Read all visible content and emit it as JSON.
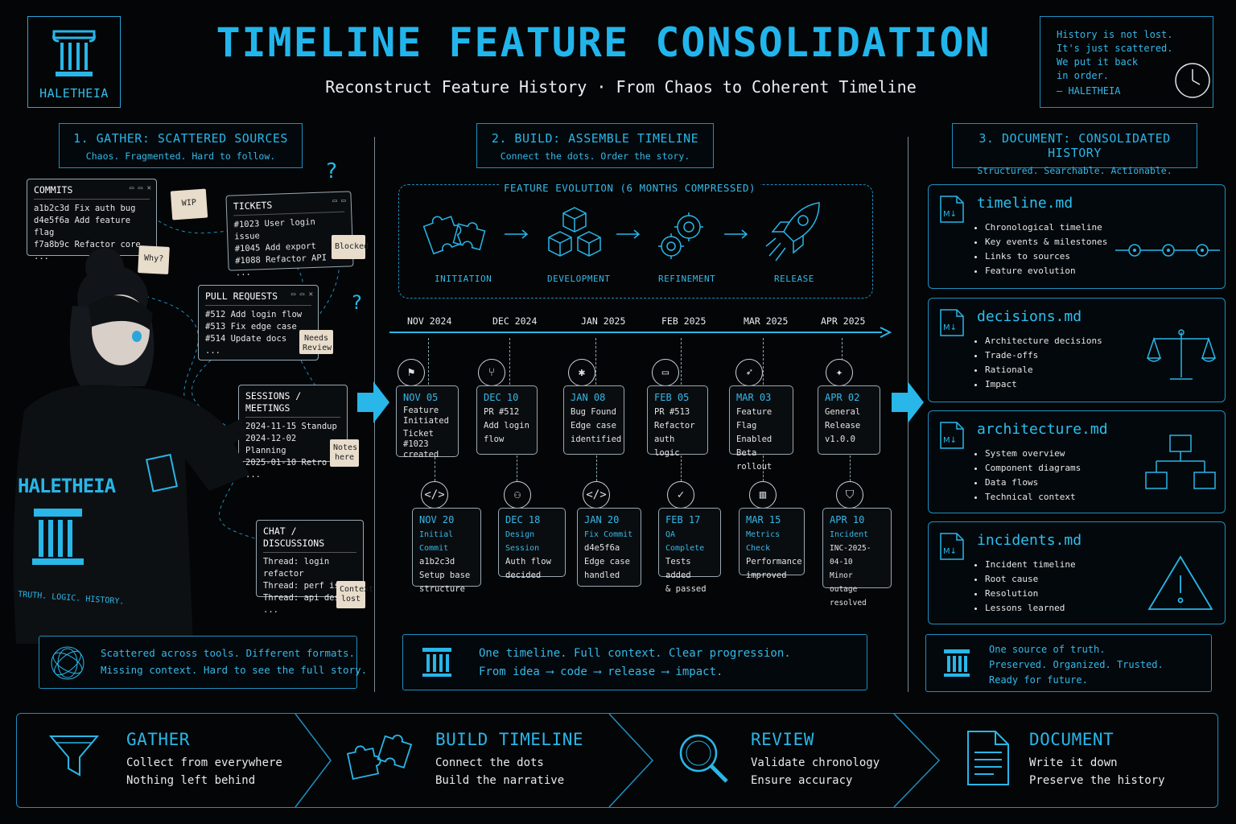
{
  "header": {
    "logo_text": "HALETHEIA",
    "title": "TIMELINE FEATURE CONSOLIDATION",
    "subtitle": "Reconstruct Feature History · From Chaos to Coherent Timeline",
    "quote": "History is not lost.\nIt's just scattered.\nWe put it back\nin order.",
    "quote_sig": "– HALETHEIA"
  },
  "sections": {
    "gather": {
      "title": "1. GATHER: SCATTERED SOURCES",
      "sub": "Chaos. Fragmented. Hard to follow."
    },
    "build": {
      "title": "2. BUILD: ASSEMBLE TIMELINE",
      "sub": "Connect the dots. Order the story."
    },
    "document": {
      "title": "3. DOCUMENT: CONSOLIDATED HISTORY",
      "sub": "Structured. Searchable. Actionable."
    }
  },
  "sources": {
    "commits": {
      "title": "COMMITS",
      "rows": [
        "a1b2c3d  Fix auth bug",
        "d4e5f6a  Add feature flag",
        "f7a8b9c  Refactor core",
        "..."
      ]
    },
    "tickets": {
      "title": "TICKETS",
      "rows": [
        "#1023  User login issue",
        "#1045  Add export",
        "#1088  Refactor API",
        "..."
      ]
    },
    "prs": {
      "title": "PULL REQUESTS",
      "rows": [
        "#512  Add login flow",
        "#513  Fix edge case",
        "#514  Update docs",
        "..."
      ]
    },
    "sessions": {
      "title": "SESSIONS / MEETINGS",
      "rows": [
        "2024-11-15  Standup",
        "2024-12-02  Planning",
        "2025-01-10  Retro",
        "..."
      ]
    },
    "chat": {
      "title": "CHAT / DISCUSSIONS",
      "rows": [
        "Thread: login refactor",
        "Thread: perf issue",
        "Thread: api design",
        "..."
      ]
    },
    "stickies": {
      "wip": "WIP",
      "why": "Why?",
      "blocked": "Blocked",
      "needs_review": "Needs Review",
      "notes": "Notes here",
      "context": "Context lost"
    },
    "question": "?",
    "hoodie_text": "HALETHEIA",
    "hoodie_tag": "TRUTH. LOGIC. HISTORY.",
    "summary": "Scattered across tools. Different formats.\nMissing context. Hard to see the full story."
  },
  "evolution": {
    "title": "FEATURE EVOLUTION (6 MONTHS COMPRESSED)",
    "stages": [
      "INITIATION",
      "DEVELOPMENT",
      "REFINEMENT",
      "RELEASE"
    ]
  },
  "timeline": {
    "months": [
      "NOV 2024",
      "DEC 2024",
      "JAN 2025",
      "FEB 2025",
      "MAR 2025",
      "APR 2025"
    ],
    "top_events": [
      {
        "date": "NOV 05",
        "lines": [
          "Feature",
          "Initiated",
          "Ticket #1023",
          "created"
        ]
      },
      {
        "date": "DEC 10",
        "lines": [
          "PR #512",
          "Add login",
          "flow"
        ]
      },
      {
        "date": "JAN 08",
        "lines": [
          "Bug Found",
          "Edge case",
          "identified"
        ]
      },
      {
        "date": "FEB 05",
        "lines": [
          "PR #513",
          "Refactor",
          "auth logic"
        ]
      },
      {
        "date": "MAR 03",
        "lines": [
          "Feature Flag",
          "Enabled",
          "Beta rollout"
        ]
      },
      {
        "date": "APR 02",
        "lines": [
          "General",
          "Release",
          "v1.0.0"
        ]
      }
    ],
    "bottom_events": [
      {
        "date": "NOV 20",
        "kind": "Initial Commit",
        "lines": [
          "a1b2c3d",
          "Setup base",
          "structure"
        ]
      },
      {
        "date": "DEC 18",
        "kind": "Design Session",
        "lines": [
          "Auth flow",
          "decided"
        ]
      },
      {
        "date": "JAN 20",
        "kind": "Fix Commit",
        "lines": [
          "d4e5f6a",
          "Edge case",
          "handled"
        ]
      },
      {
        "date": "FEB 17",
        "kind": "QA Complete",
        "lines": [
          "Tests added",
          "& passed"
        ]
      },
      {
        "date": "MAR 15",
        "kind": "Metrics Check",
        "lines": [
          "Performance",
          "improved"
        ]
      },
      {
        "date": "APR 10",
        "kind": "Incident",
        "lines": [
          "INC-2025-04-10",
          "Minor outage",
          "resolved"
        ]
      }
    ],
    "summary": "One timeline. Full context. Clear progression.\nFrom idea ⟶ code ⟶ release ⟶ impact."
  },
  "docs": [
    {
      "file": "timeline.md",
      "items": [
        "Chronological timeline",
        "Key events & milestones",
        "Links to sources",
        "Feature evolution"
      ]
    },
    {
      "file": "decisions.md",
      "items": [
        "Architecture decisions",
        "Trade-offs",
        "Rationale",
        "Impact"
      ]
    },
    {
      "file": "architecture.md",
      "items": [
        "System overview",
        "Component diagrams",
        "Data flows",
        "Technical context"
      ]
    },
    {
      "file": "incidents.md",
      "items": [
        "Incident timeline",
        "Root cause",
        "Resolution",
        "Lessons learned"
      ]
    }
  ],
  "doc_summary": "One source of truth.\nPreserved. Organized. Trusted.\nReady for future.",
  "steps": [
    {
      "title": "GATHER",
      "desc": "Collect from everywhere\nNothing left behind"
    },
    {
      "title": "BUILD TIMELINE",
      "desc": "Connect the dots\nBuild the narrative"
    },
    {
      "title": "REVIEW",
      "desc": "Validate chronology\nEnsure accuracy"
    },
    {
      "title": "DOCUMENT",
      "desc": "Write it down\nPreserve the history"
    }
  ],
  "colors": {
    "accent": "#29b6e8",
    "background": "#030507",
    "card_border": "#9aa8b2"
  }
}
